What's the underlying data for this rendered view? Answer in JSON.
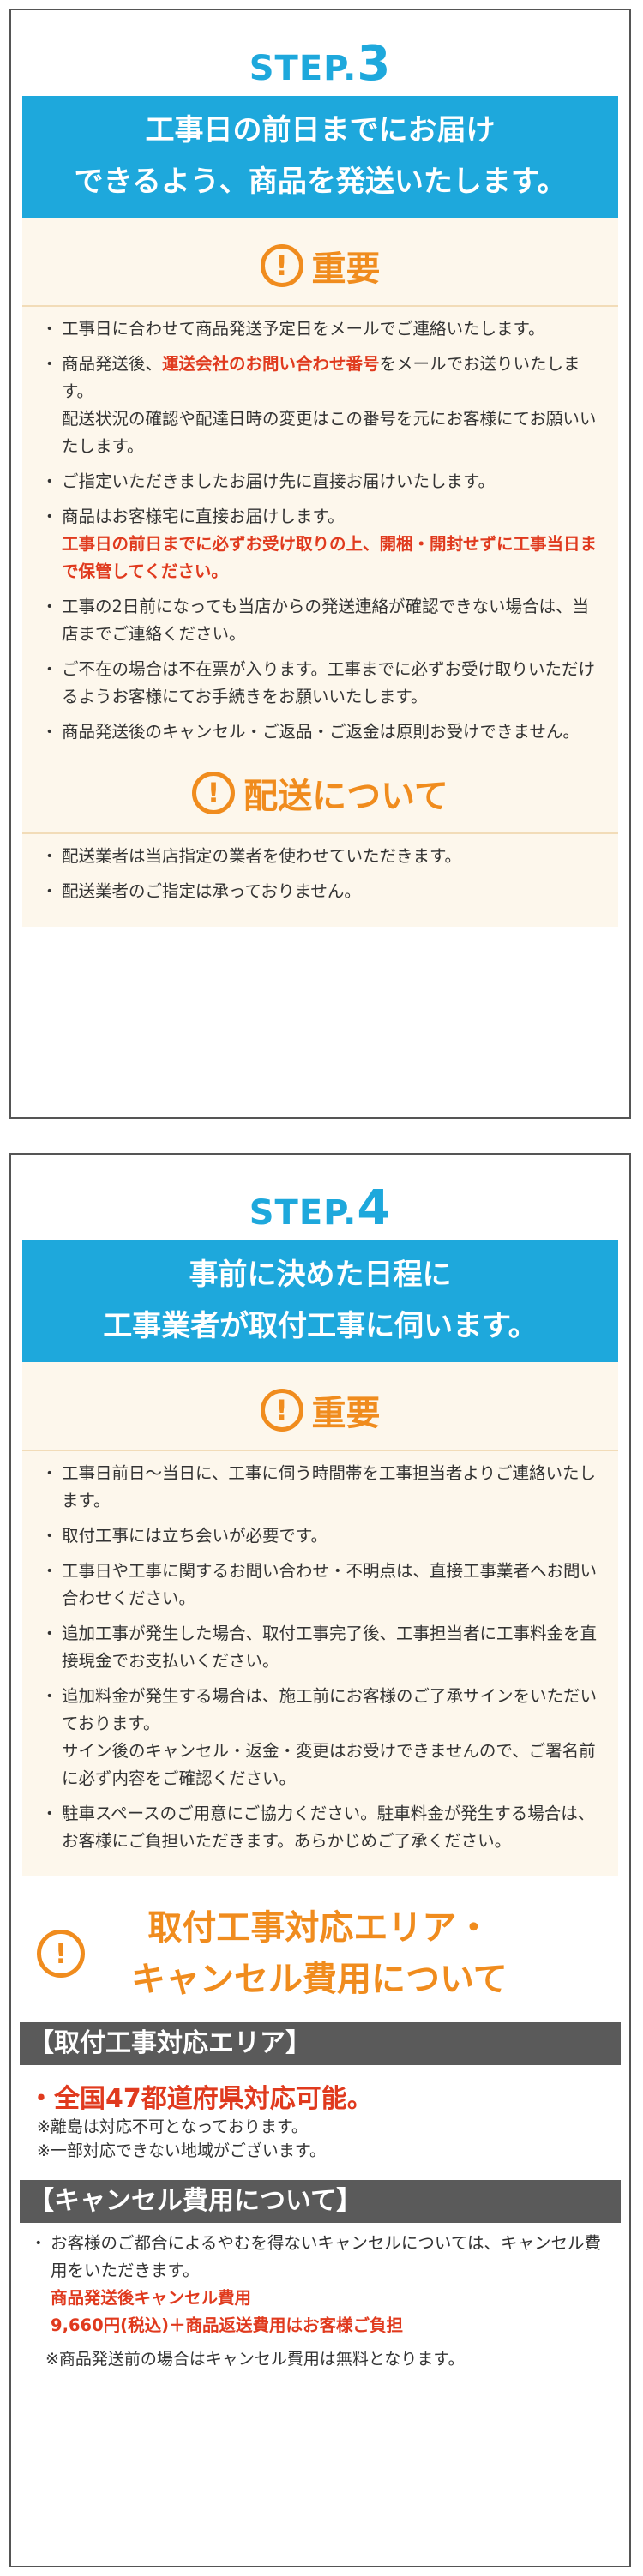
{
  "step3": {
    "step_label": "STEP.",
    "step_number": "3",
    "banner_line1": "工事日の前日までにお届け",
    "banner_line2": "できるよう、商品を発送いたします。",
    "important_heading": "重要",
    "important_items": [
      {
        "text": "工事日に合わせて商品発送予定日をメールでご連絡いたします。"
      },
      {
        "pre": "商品発送後、",
        "red": "運送会社のお問い合わせ番号",
        "post": "をメールでお送りいたします。",
        "extra": "配送状況の確認や配達日時の変更はこの番号を元にお客様にてお願いいたします。"
      },
      {
        "text": "ご指定いただきましたお届け先に直接お届けいたします。"
      },
      {
        "text": "商品はお客様宅に直接お届けします。",
        "red_block": "工事日の前日までに必ずお受け取りの上、開梱・開封せずに工事当日まで保管してください。"
      },
      {
        "text": "工事の2日前になっても当店からの発送連絡が確認できない場合は、当店までご連絡ください。"
      },
      {
        "text": "ご不在の場合は不在票が入ります。工事までに必ずお受け取りいただけるようお客様にてお手続きをお願いいたします。"
      },
      {
        "text": "商品発送後のキャンセル・ご返品・ご返金は原則お受けできません。"
      }
    ],
    "delivery_heading": "配送について",
    "delivery_items": [
      {
        "text": "配送業者は当店指定の業者を使わせていただきます。"
      },
      {
        "text": "配送業者のご指定は承っておりません。"
      }
    ]
  },
  "step4": {
    "step_label": "STEP.",
    "step_number": "4",
    "banner_line1": "事前に決めた日程に",
    "banner_line2": "工事業者が取付工事に伺います。",
    "important_heading": "重要",
    "important_items": [
      {
        "text": "工事日前日〜当日に、工事に伺う時間帯を工事担当者よりご連絡いたします。"
      },
      {
        "text": "取付工事には立ち会いが必要です。"
      },
      {
        "text": "工事日や工事に関するお問い合わせ・不明点は、直接工事業者へお問い合わせください。"
      },
      {
        "text": "追加工事が発生した場合、取付工事完了後、工事担当者に工事料金を直接現金でお支払いください。"
      },
      {
        "text": "追加料金が発生する場合は、施工前にお客様のご了承サインをいただいております。",
        "extra": "サイン後のキャンセル・返金・変更はお受けできませんので、ご署名前に必ず内容をご確認ください。"
      },
      {
        "text": "駐車スペースのご用意にご協力ください。駐車料金が発生する場合は、お客様にご負担いただきます。あらかじめご了承ください。"
      }
    ],
    "area_heading_line1": "取付工事対応エリア・",
    "area_heading_line2": "キャンセル費用について",
    "area_bar": "【取付工事対応エリア】",
    "area_nation": "・全国47都道府県対応可能。",
    "area_note1": "※離島は対応不可となっております。",
    "area_note2": "※一部対応できない地域がございます。",
    "cancel_bar": "【キャンセル費用について】",
    "cancel_text": "お客様のご都合によるやむを得ないキャンセルについては、キャンセル費用をいただきます。",
    "cancel_red1": "商品発送後キャンセル費用",
    "cancel_red2": "9,660円(税込)＋商品返送費用はお客様ご負担",
    "cancel_note": "※商品発送前の場合はキャンセル費用は無料となります。"
  },
  "colors": {
    "accent_blue": "#1ea8dc",
    "accent_orange": "#f08c1e",
    "alert_red": "#e03a1e"
  }
}
